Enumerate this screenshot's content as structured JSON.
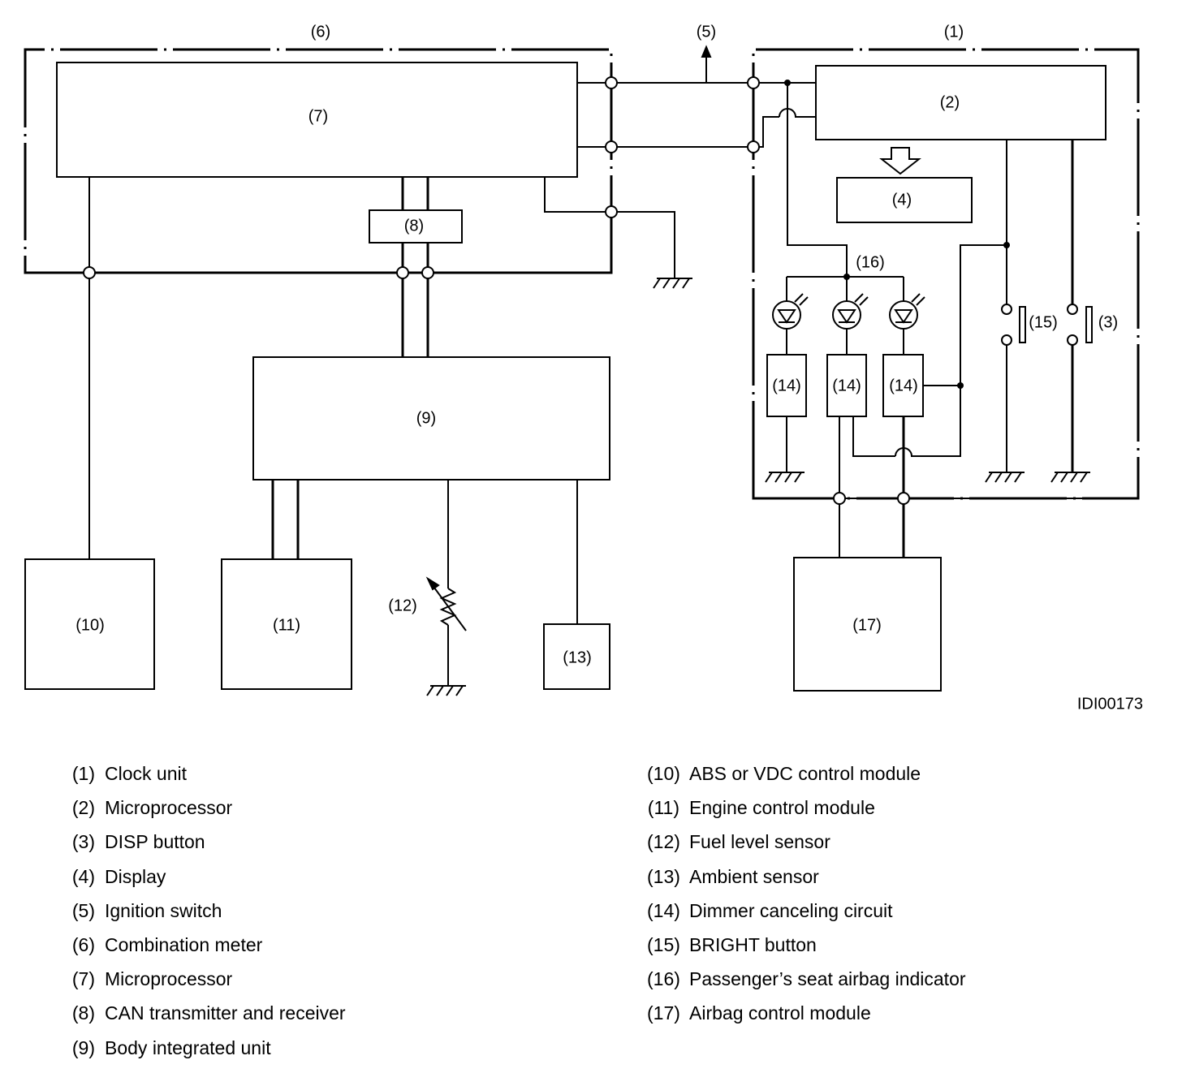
{
  "figure_id": "IDI00173",
  "diagram_labels": {
    "n1": "(1)",
    "n2": "(2)",
    "n3": "(3)",
    "n4": "(4)",
    "n5": "(5)",
    "n6": "(6)",
    "n7": "(7)",
    "n8": "(8)",
    "n9": "(9)",
    "n10": "(10)",
    "n11": "(11)",
    "n12": "(12)",
    "n13": "(13)",
    "n14": "(14)",
    "n15": "(15)",
    "n16": "(16)",
    "n17": "(17)"
  },
  "legend": [
    {
      "num": "(1)",
      "text": "Clock unit"
    },
    {
      "num": "(2)",
      "text": "Microprocessor"
    },
    {
      "num": "(3)",
      "text": "DISP button"
    },
    {
      "num": "(4)",
      "text": "Display"
    },
    {
      "num": "(5)",
      "text": "Ignition switch"
    },
    {
      "num": "(6)",
      "text": "Combination meter"
    },
    {
      "num": "(7)",
      "text": "Microprocessor"
    },
    {
      "num": "(8)",
      "text": "CAN transmitter and receiver"
    },
    {
      "num": "(9)",
      "text": "Body integrated unit"
    },
    {
      "num": "(10)",
      "text": "ABS or VDC control module"
    },
    {
      "num": "(11)",
      "text": "Engine control module"
    },
    {
      "num": "(12)",
      "text": "Fuel level sensor"
    },
    {
      "num": "(13)",
      "text": "Ambient sensor"
    },
    {
      "num": "(14)",
      "text": "Dimmer canceling circuit"
    },
    {
      "num": "(15)",
      "text": "BRIGHT button"
    },
    {
      "num": "(16)",
      "text": "Passenger’s seat airbag indicator"
    },
    {
      "num": "(17)",
      "text": "Airbag control module"
    }
  ]
}
